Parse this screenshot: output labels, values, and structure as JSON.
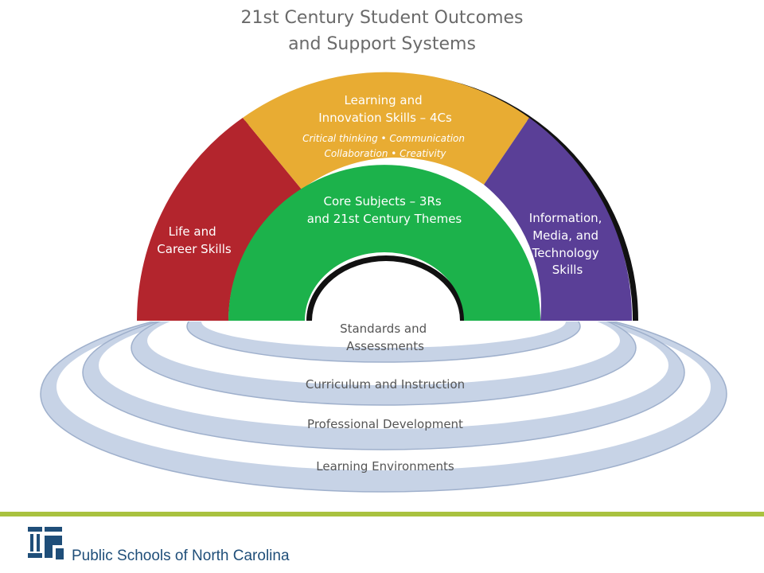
{
  "title": {
    "line1": "21st Century Student Outcomes",
    "line2": "and Support Systems"
  },
  "arch": {
    "left": {
      "line1": "Life and",
      "line2": "Career Skills"
    },
    "top": {
      "line1": "Learning and",
      "line2": "Innovation Skills – 4Cs",
      "sub1": "Critical thinking • Communication",
      "sub2": "Collaboration • Creativity"
    },
    "right": {
      "line1": "Information,",
      "line2": "Media, and",
      "line3": "Technology",
      "line4": "Skills"
    },
    "core": {
      "line1": "Core Subjects – 3Rs",
      "line2": "and 21st Century Themes"
    }
  },
  "rings": {
    "r1": {
      "line1": "Standards and",
      "line2": "Assessments"
    },
    "r2": "Curriculum and Instruction",
    "r3": "Professional Development",
    "r4": "Learning Environments"
  },
  "colors": {
    "life_career": "#b3252d",
    "learning_innovation": "#e8ac33",
    "info_media_tech": "#5a3f97",
    "core_subjects": "#1cb24b",
    "rings": "#c7d3e6",
    "footer_rule": "#a9c23f",
    "org_text": "#1f4e79"
  },
  "footer": {
    "org_name": "Public Schools of North Carolina"
  }
}
